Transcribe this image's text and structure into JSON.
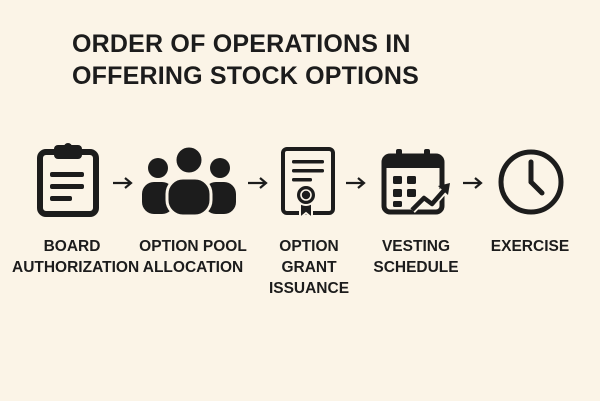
{
  "title": {
    "line1": "ORDER OF OPERATIONS IN",
    "line2": "OFFERING STOCK OPTIONS"
  },
  "steps": [
    {
      "icon": "clipboard-icon",
      "label_lines": [
        "BOARD",
        "AUTHORIZATION"
      ]
    },
    {
      "icon": "people-group-icon",
      "label_lines": [
        "OPTION POOL",
        "ALLOCATION"
      ]
    },
    {
      "icon": "certificate-icon",
      "label_lines": [
        "OPTION",
        "GRANT",
        "ISSUANCE"
      ]
    },
    {
      "icon": "calendar-chart-icon",
      "label_lines": [
        "VESTING",
        "SCHEDULE"
      ]
    },
    {
      "icon": "clock-icon",
      "label_lines": [
        "EXERCISE"
      ]
    }
  ],
  "colors": {
    "background": "#fbf4e7",
    "ink": "#1c1c1c"
  }
}
